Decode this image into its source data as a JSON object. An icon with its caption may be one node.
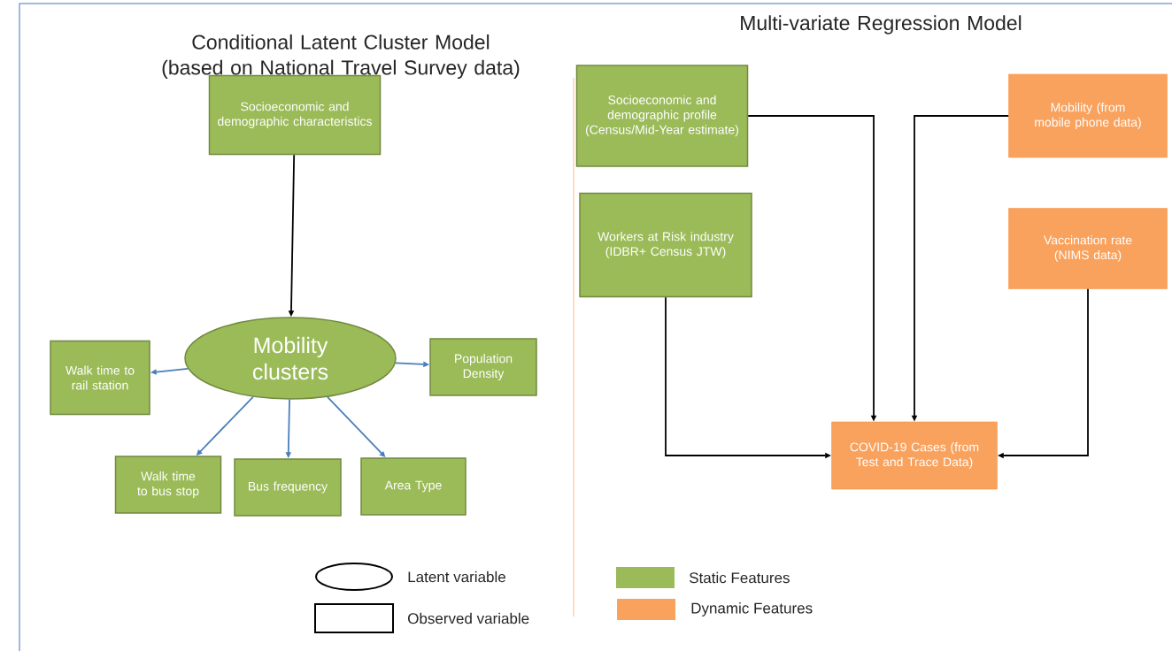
{
  "diagram": {
    "nodes": [
      {
        "text": [
          "Socioeconomic and demographic characteristics"
        ]
      },
      {
        "text": [
          "Mobility clusters"
        ]
      },
      {
        "text": [
          "Walk time to rail station"
        ]
      },
      {
        "text": [
          "Population Density"
        ]
      },
      {
        "text": [
          "Walk time to bus stop"
        ]
      },
      {
        "text": [
          "Bus frequency"
        ]
      },
      {
        "text": [
          "Area Type"
        ]
      },
      {
        "text": [
          "Socioeconomic and demographic profile (Census/Mid-Year estimate)"
        ]
      },
      {
        "text": [
          "Mobility (from mobile phone data)"
        ]
      },
      {
        "text": [
          "Workers at Risk industry (IDBR+ Census JTW)"
        ]
      },
      {
        "text": [
          "Vaccination rate (NIMS data)"
        ]
      },
      {
        "text": [
          "COVID-19 Cases (from Test and Trace Data)"
        ]
      }
    ],
    "edges": [
      {
        "from": 0,
        "to": 1,
        "arrow": "to"
      },
      {
        "from": 1,
        "to": 2,
        "arrow": "to",
        "color": "#4a7ebb"
      },
      {
        "from": 1,
        "to": 3,
        "arrow": "to",
        "color": "#4a7ebb"
      },
      {
        "from": 1,
        "to": 4,
        "arrow": "to",
        "color": "#4a7ebb"
      },
      {
        "from": 1,
        "to": 5,
        "arrow": "to",
        "color": "#4a7ebb"
      },
      {
        "from": 1,
        "to": 6,
        "arrow": "to",
        "color": "#4a7ebb"
      },
      {
        "from": 7,
        "to": 11,
        "arrow": "to"
      },
      {
        "from": 8,
        "to": 11,
        "arrow": "to"
      },
      {
        "from": 9,
        "to": 11,
        "arrow": "to"
      },
      {
        "from": 10,
        "to": 11,
        "arrow": "to"
      }
    ],
    "labels": [
      "Conditional Latent Cluster Model (based on National Travel Survey data)",
      "Multi-variate Regression Model"
    ],
    "legend": [
      {
        "text": "Latent variable"
      },
      {
        "text": "Observed variable"
      },
      {
        "text": "Static Features",
        "color": "#9bbb59"
      },
      {
        "text": "Dynamic Features",
        "color": "#f9a25e"
      }
    ]
  }
}
